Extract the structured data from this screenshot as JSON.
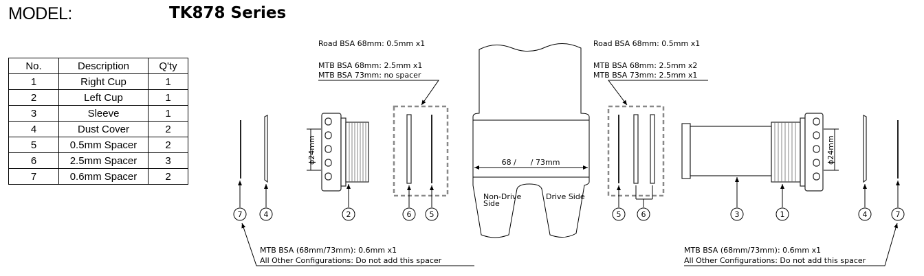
{
  "header": {
    "model_label": "MODEL:",
    "series": "TK878 Series"
  },
  "table": {
    "headers": [
      "No.",
      "Description",
      "Q'ty"
    ],
    "rows": [
      [
        "1",
        "Right Cup",
        "1"
      ],
      [
        "2",
        "Left Cup",
        "1"
      ],
      [
        "3",
        "Sleeve",
        "1"
      ],
      [
        "4",
        "Dust Cover",
        "2"
      ],
      [
        "5",
        "0.5mm Spacer",
        "2"
      ],
      [
        "6",
        "2.5mm Spacer",
        "3"
      ],
      [
        "7",
        "0.6mm Spacer",
        "2"
      ]
    ]
  },
  "left_notes": {
    "road": "Road BSA 68mm: 0.5mm x1",
    "mtb68": "MTB BSA 68mm: 2.5mm x1",
    "mtb73": "MTB BSA 73mm: no spacer",
    "bottom1": "MTB BSA (68mm/73mm): 0.6mm x1",
    "bottom2": "All Other Configurations: Do not add this spacer"
  },
  "right_notes": {
    "road": "Road BSA 68mm: 0.5mm x1",
    "mtb68": "MTB BSA 68mm: 2.5mm x2",
    "mtb73": "MTB BSA 73mm: 2.5mm x1",
    "bottom1": "MTB BSA (68mm/73mm): 0.6mm x1",
    "bottom2": "All Other Configurations: Do not add this spacer"
  },
  "frame": {
    "width_label": "68 /      / 73mm",
    "non_drive_1": "Non-Drive",
    "non_drive_2": "Side",
    "drive": "Drive Side"
  },
  "dims": {
    "left_dia": "ϕ24mm",
    "right_dia": "ϕ24mm"
  },
  "callouts": {
    "c7": "7",
    "c4": "4",
    "c2": "2",
    "c6": "6",
    "c5": "5",
    "r5": "5",
    "r6": "6",
    "c3": "3",
    "c1": "1",
    "r4": "4",
    "r7": "7"
  }
}
